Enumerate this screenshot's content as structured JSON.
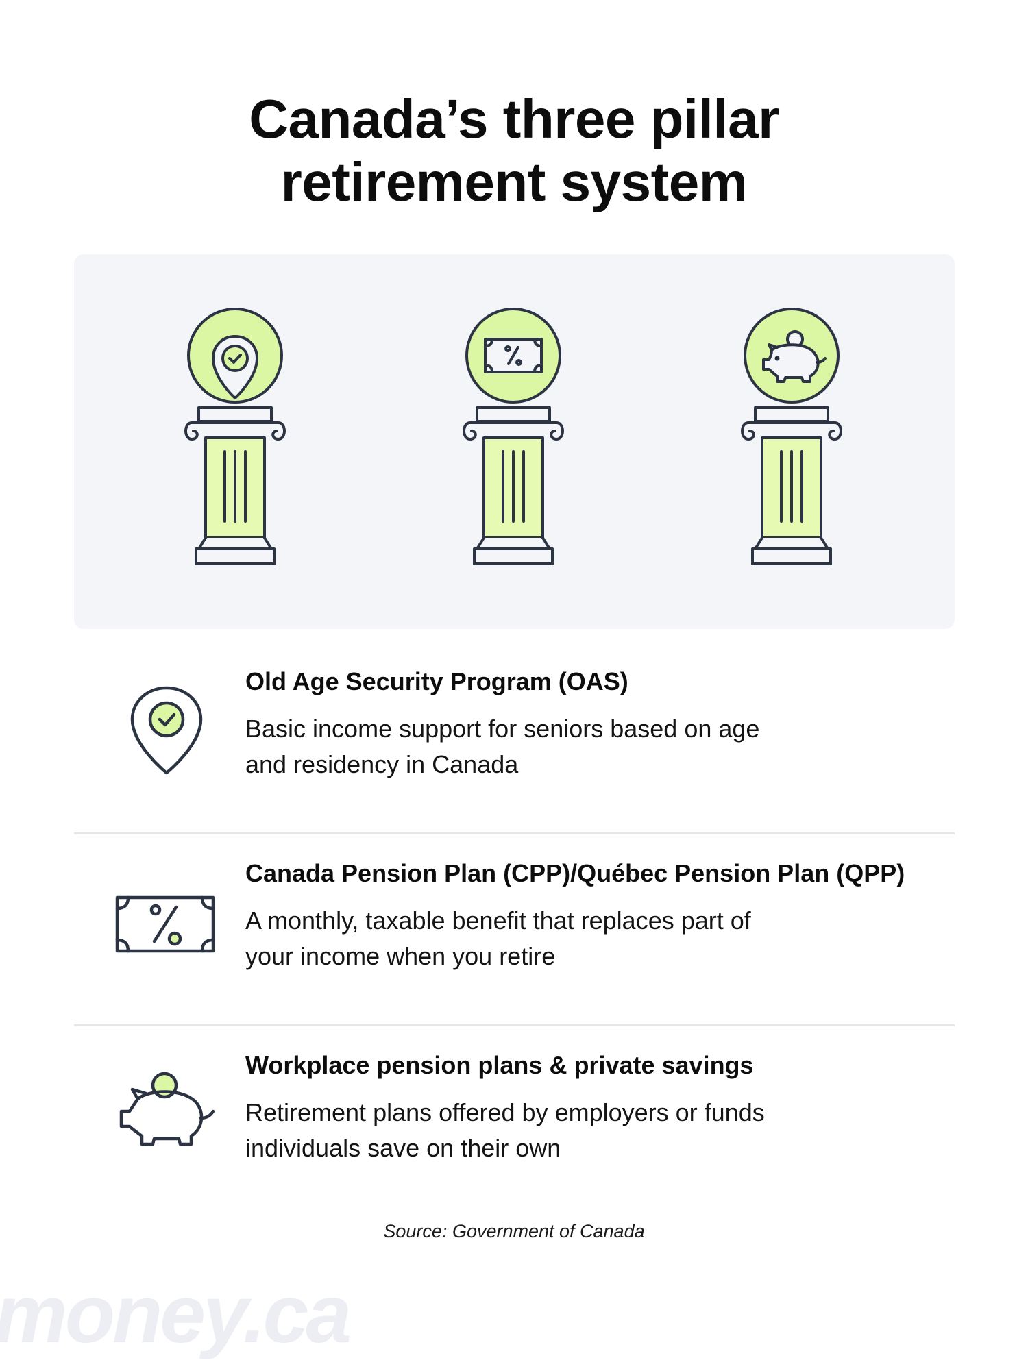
{
  "title_line1": "Canada’s three pillar",
  "title_line2": "retirement system",
  "colors": {
    "accent": "#dcf7a3",
    "stroke": "#2c3444",
    "panel": "#f4f5f9"
  },
  "pillars": [
    {
      "icon": "location-check-icon"
    },
    {
      "icon": "money-percent-icon"
    },
    {
      "icon": "piggy-bank-icon"
    }
  ],
  "rows": [
    {
      "icon": "location-check-icon",
      "title": "Old Age Security Program (OAS)",
      "desc_line1": "Basic income support for seniors based on age",
      "desc_line2": "and residency in Canada"
    },
    {
      "icon": "money-percent-icon",
      "title": "Canada Pension Plan (CPP)/Québec Pension Plan (QPP)",
      "desc_line1": "A monthly, taxable benefit that replaces part of",
      "desc_line2": "your income when you retire"
    },
    {
      "icon": "piggy-bank-icon",
      "title": "Workplace pension plans & private savings",
      "desc_line1": "Retirement plans offered by employers or funds",
      "desc_line2": "individuals save on their own"
    }
  ],
  "source": "Source: Government of Canada",
  "logo": "money.ca"
}
